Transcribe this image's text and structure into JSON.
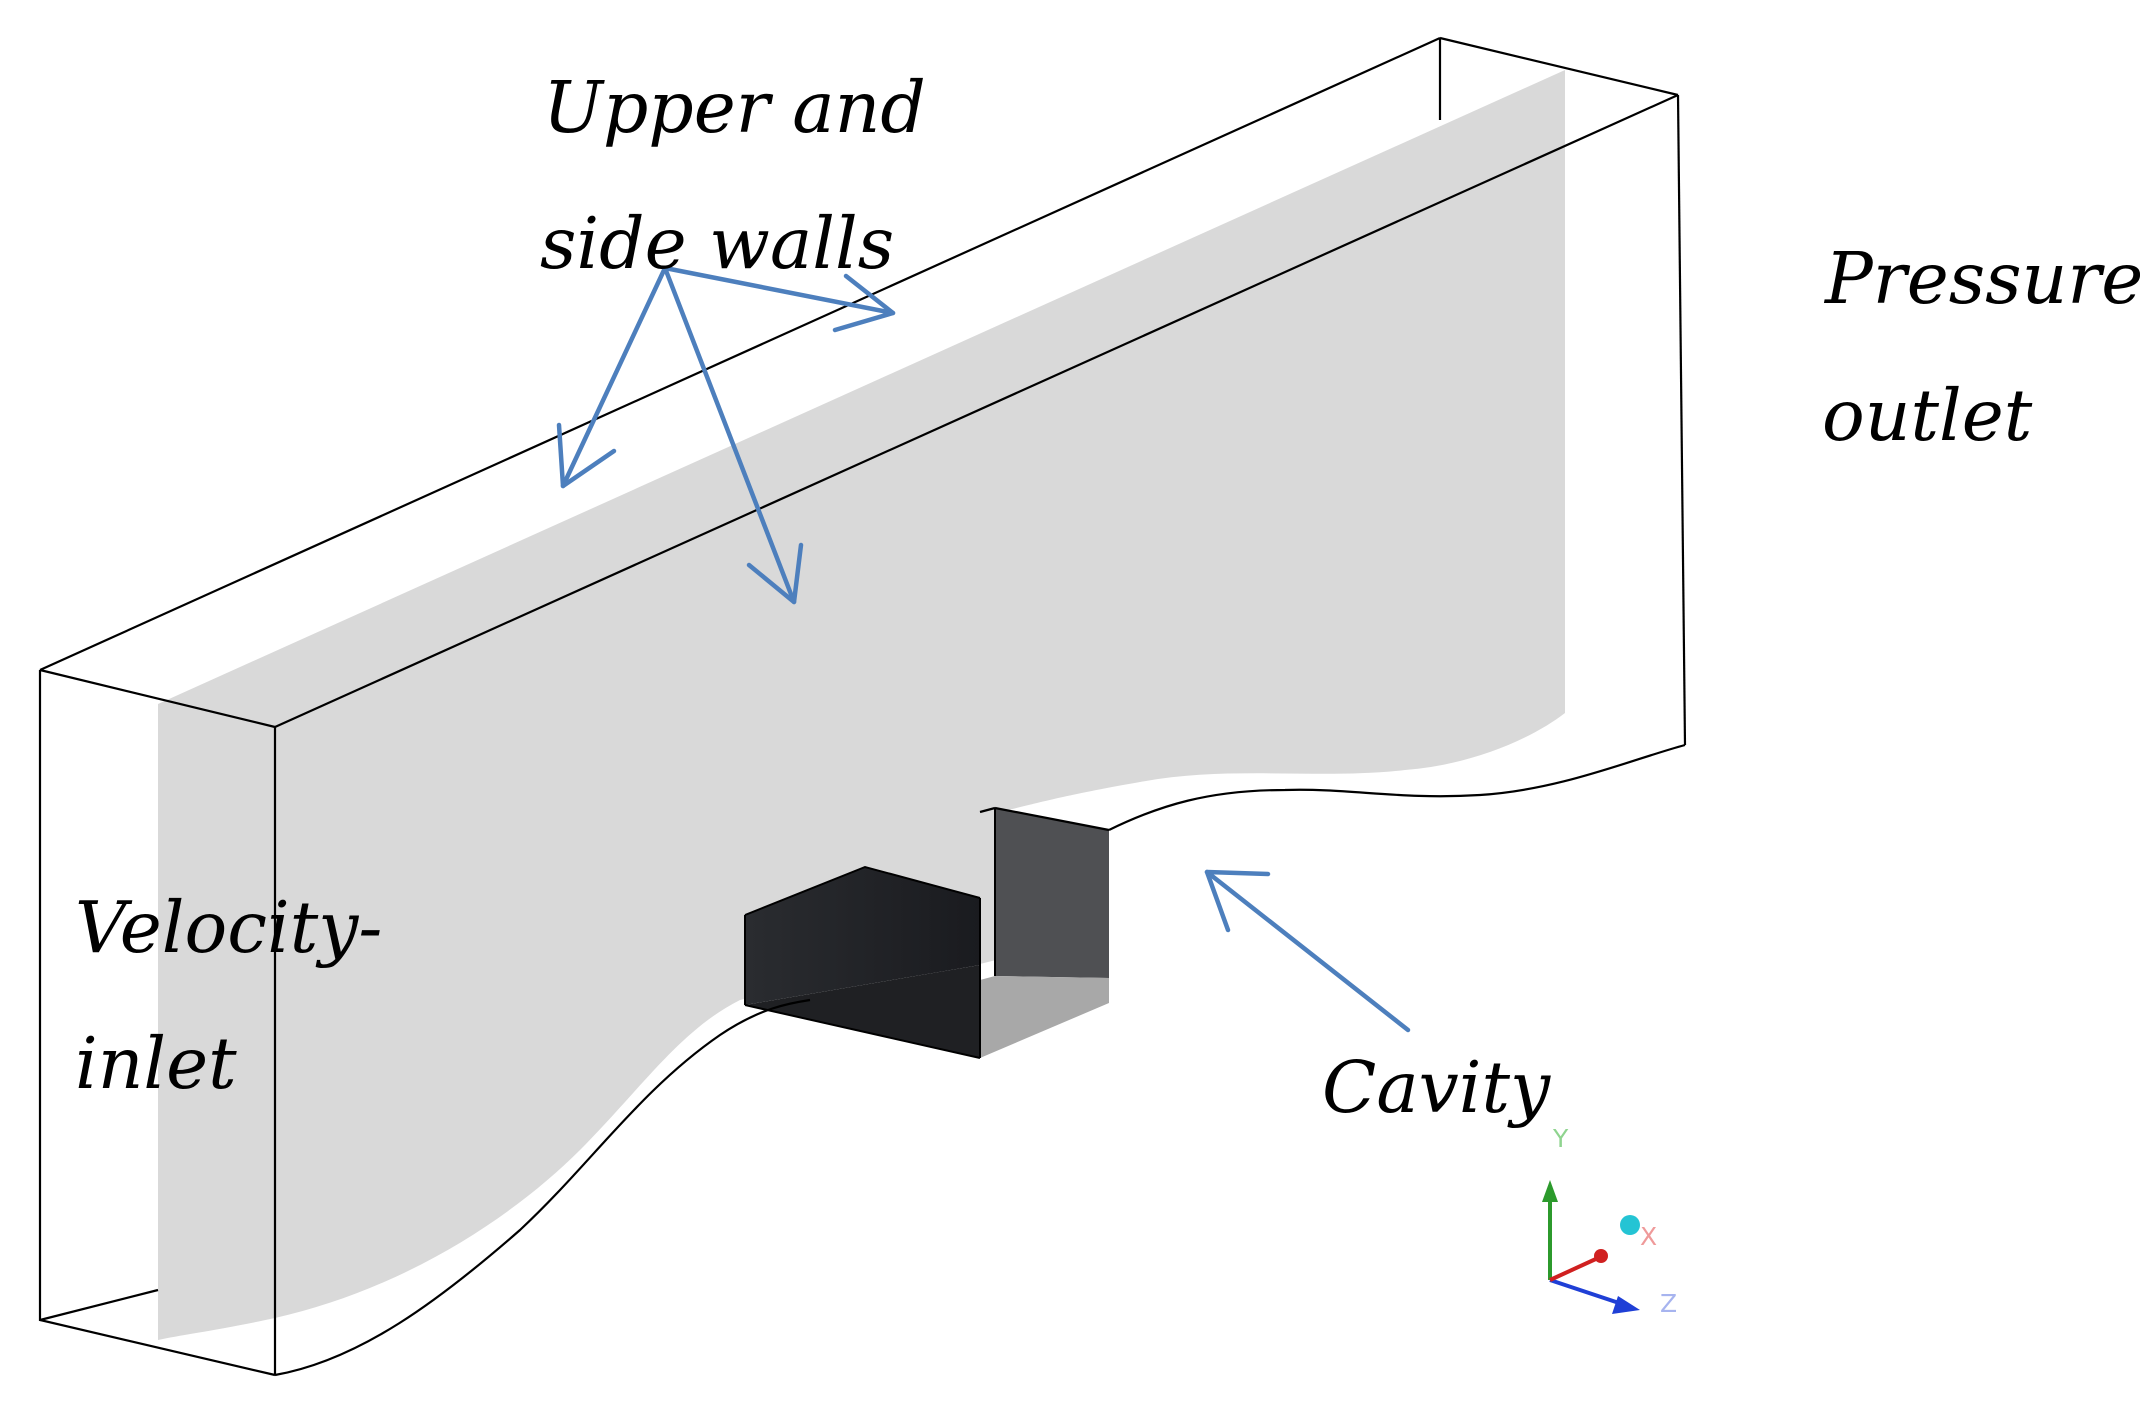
{
  "labels": {
    "upper_walls_line1": "Upper and",
    "upper_walls_line2": "side walls",
    "pressure_outlet_line1": "Pressure-",
    "pressure_outlet_line2": "outlet",
    "velocity_inlet_line1": "Velocity-",
    "velocity_inlet_line2": "inlet",
    "cavity": "Cavity"
  },
  "axis_triad": {
    "y_label": "Y",
    "x_label": "X",
    "z_label": "Z",
    "y_color": "#2c9a2c",
    "x_color": "#d02020",
    "z_color": "#1f3fd6",
    "origin_color": "#24c4d4"
  },
  "colors": {
    "arrow": "#4d7fbd",
    "side_wall_fill": "#d9d9d9",
    "outline": "#000000",
    "cavity_dark": "#202226",
    "cavity_mid": "#555558",
    "cavity_floor": "#a9a9a9"
  }
}
